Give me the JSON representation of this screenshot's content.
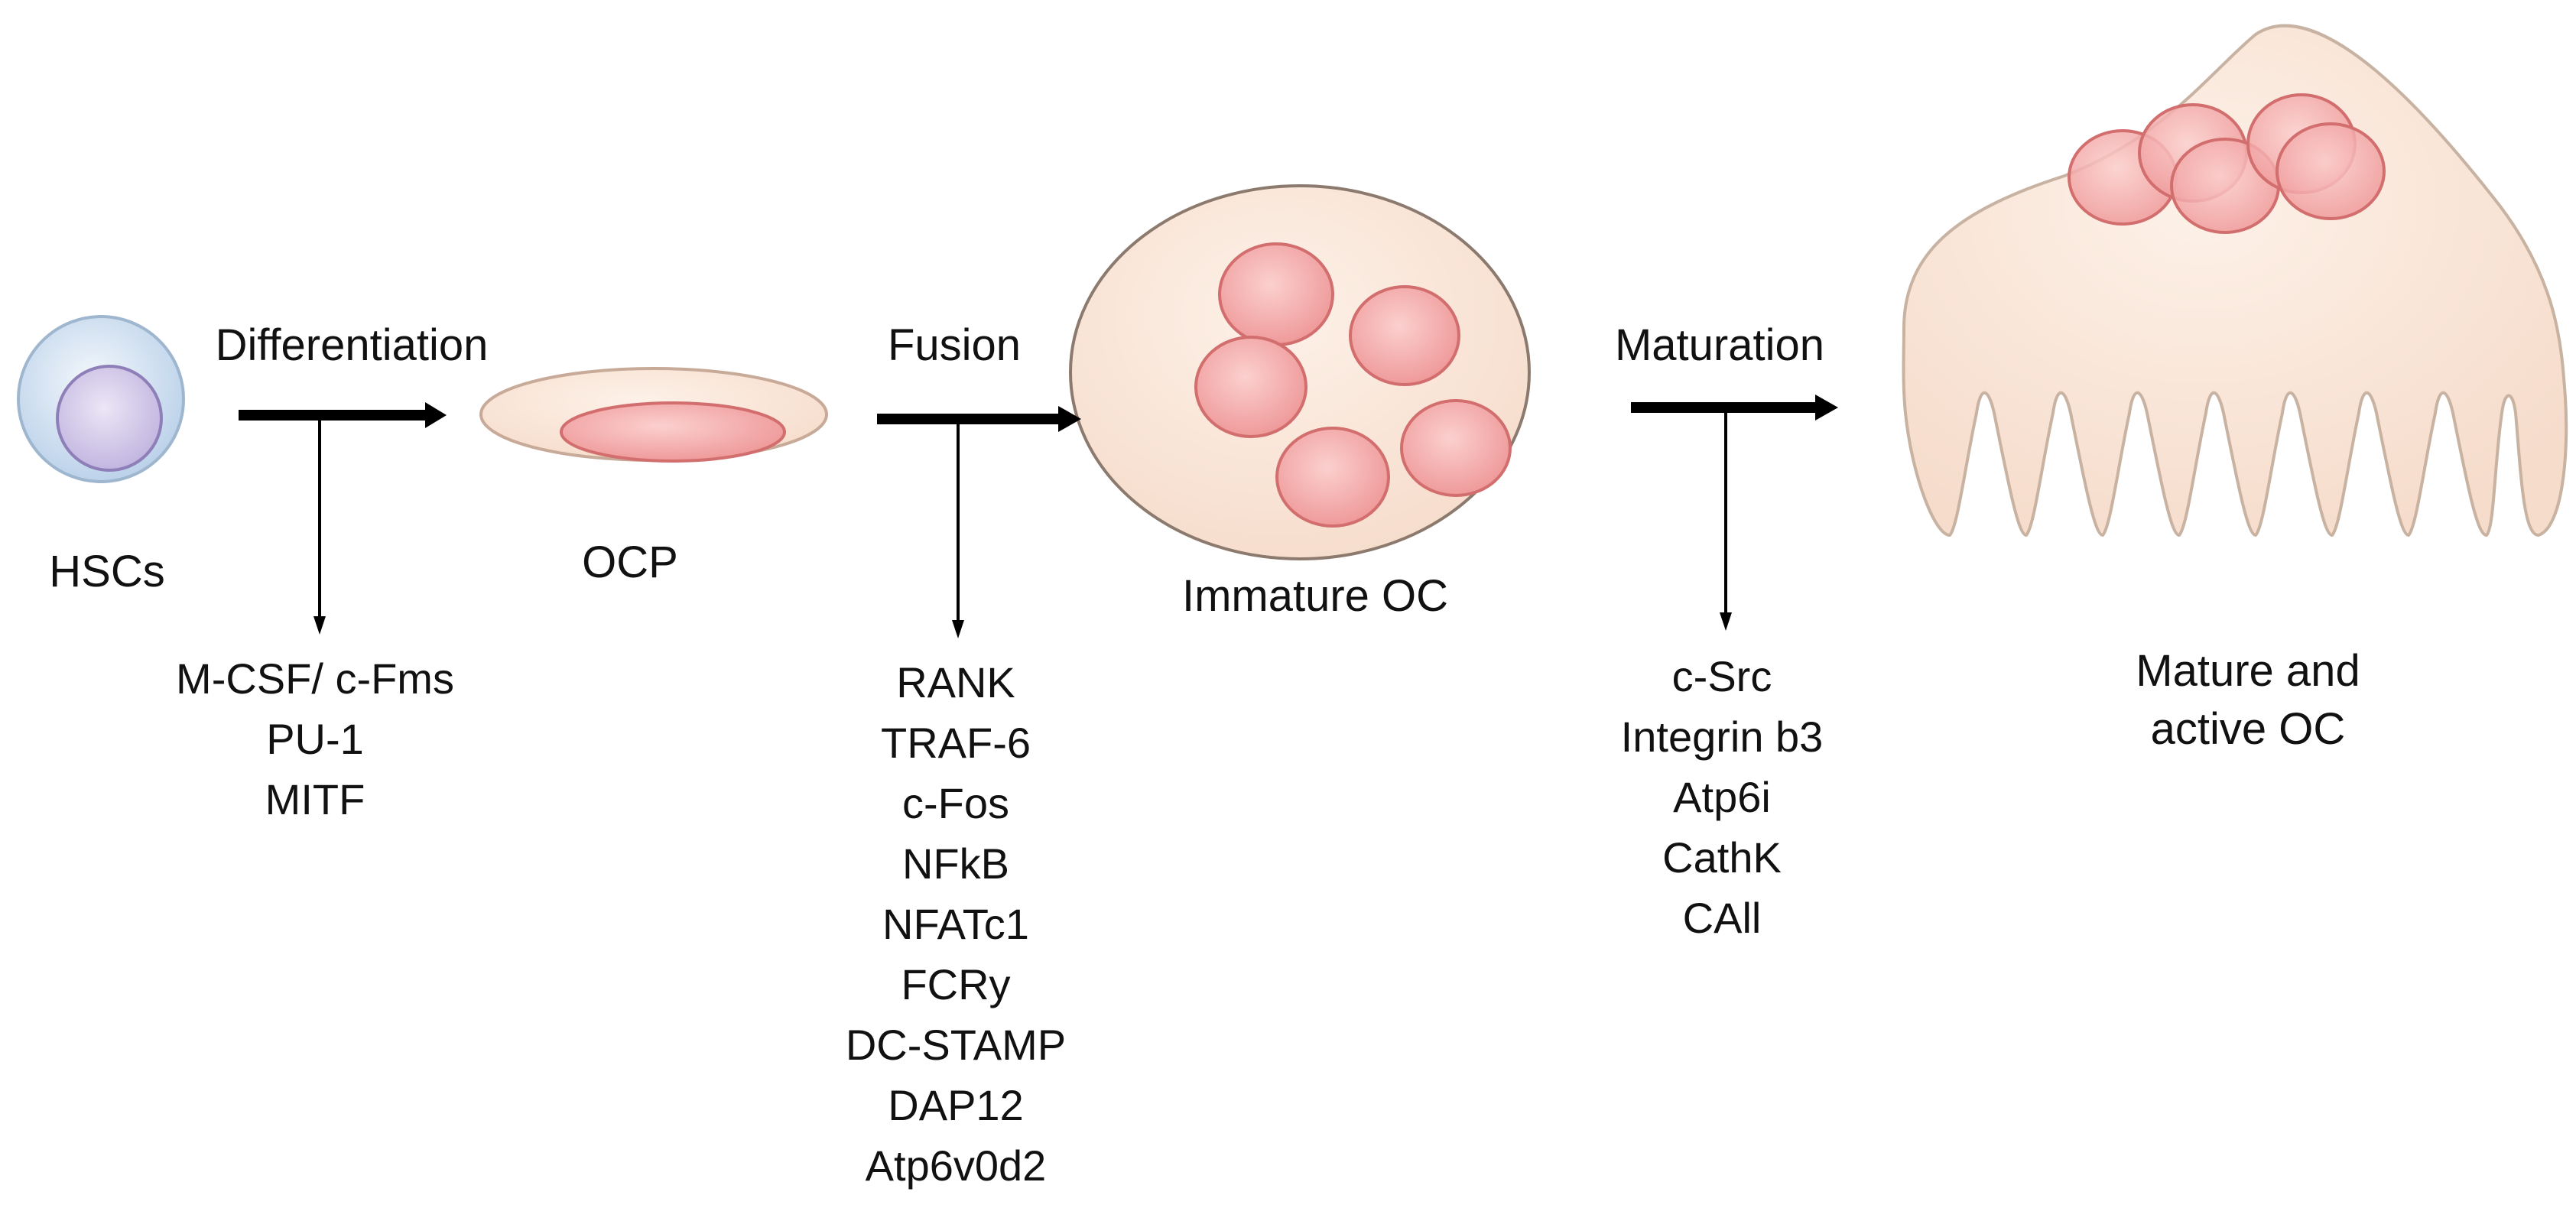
{
  "stages": {
    "hsc": "HSCs",
    "ocp": "OCP",
    "immature": "Immature OC",
    "mature_line1": "Mature and",
    "mature_line2": "active OC"
  },
  "steps": {
    "differentiation": "Differentiation",
    "fusion": "Fusion",
    "maturation": "Maturation"
  },
  "factors": {
    "differentiation": [
      "M-CSF/ c-Fms",
      "PU-1",
      "MITF"
    ],
    "fusion": [
      "RANK",
      "TRAF-6",
      "c-Fos",
      "NFkB",
      "NFATc1",
      "FCRy",
      "DC-STAMP",
      "DAP12",
      "Atp6v0d2"
    ],
    "maturation": [
      "c-Src",
      "Integrin b3",
      "Atp6i",
      "CathK",
      "CAll"
    ]
  },
  "colors": {
    "cell_fill": "#fbe6d8",
    "cell_stroke": "#b9a89c",
    "nucleus_fill": "#f4a9a9",
    "nucleus_stroke": "#d36d6d",
    "hsc_outer": "#dbe8f5",
    "hsc_nucleus": "#d6cdea",
    "arrow": "#000000"
  }
}
